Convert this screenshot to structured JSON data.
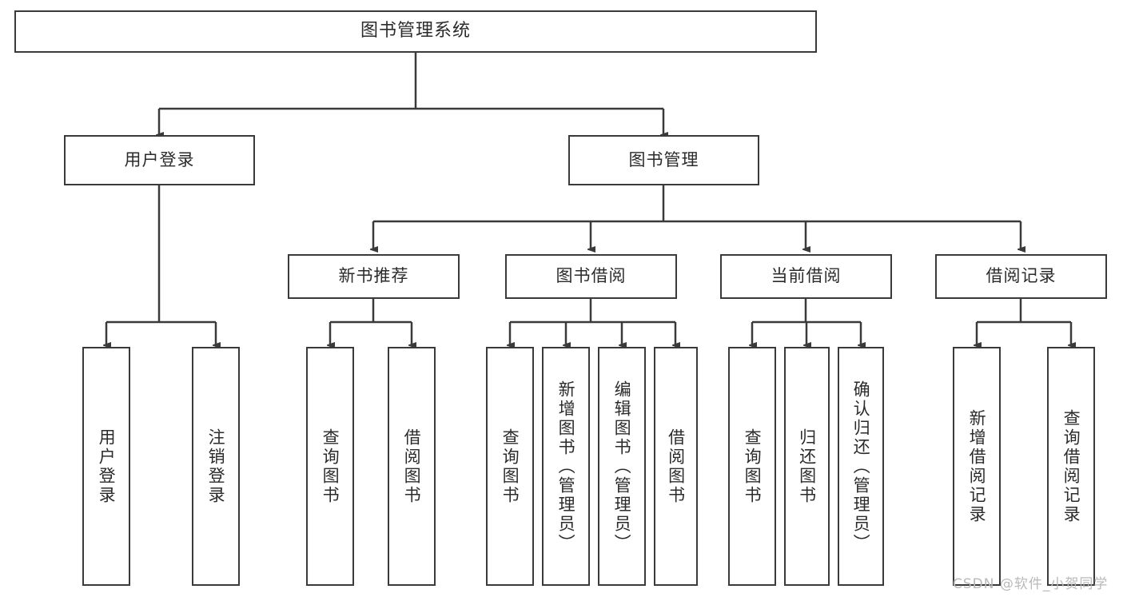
{
  "diagram": {
    "title": "图书管理系统",
    "watermark": "CSDN @软件_小贺同学",
    "colors": {
      "border": "#3a3a3a",
      "text": "#2b2b2b",
      "background": "#ffffff",
      "connector": "#3a3a3a",
      "watermark": "#b9b9b9"
    },
    "root": {
      "label": "图书管理系统"
    },
    "level2": [
      {
        "label": "用户登录"
      },
      {
        "label": "图书管理"
      }
    ],
    "level3": [
      {
        "label": "新书推荐"
      },
      {
        "label": "图书借阅"
      },
      {
        "label": "当前借阅"
      },
      {
        "label": "借阅记录"
      }
    ],
    "leaves": {
      "user_login": [
        {
          "label": "用户登录"
        },
        {
          "label": "注销登录"
        }
      ],
      "new_book_recommend": [
        {
          "label": "查询图书"
        },
        {
          "label": "借阅图书"
        }
      ],
      "book_borrow": [
        {
          "label": "查询图书"
        },
        {
          "label": "新增图书（管理员）"
        },
        {
          "label": "编辑图书（管理员）"
        },
        {
          "label": "借阅图书"
        }
      ],
      "current_borrow": [
        {
          "label": "查询图书"
        },
        {
          "label": "归还图书"
        },
        {
          "label": "确认归还（管理员）"
        }
      ],
      "borrow_record": [
        {
          "label": "新增借阅记录"
        },
        {
          "label": "查询借阅记录"
        }
      ]
    }
  }
}
